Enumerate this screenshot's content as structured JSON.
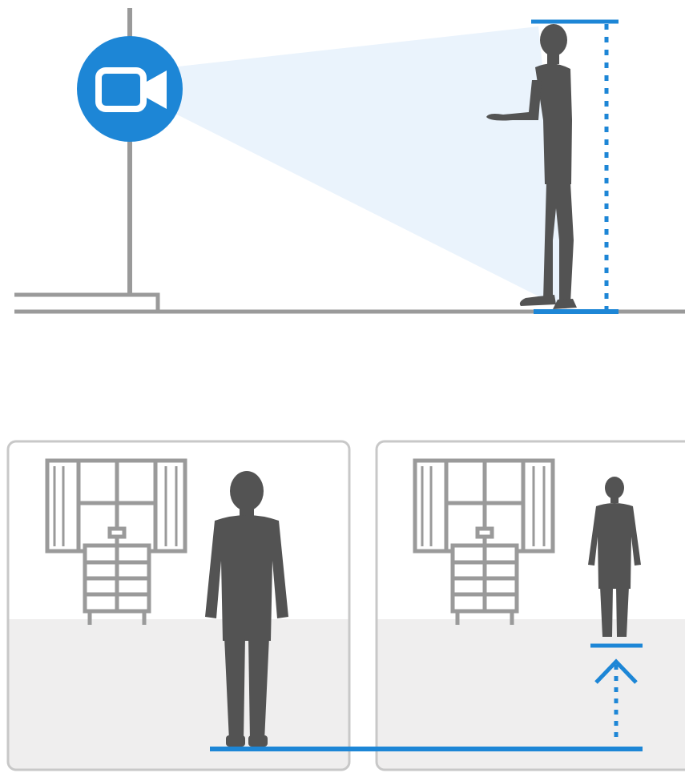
{
  "colors": {
    "accent": "#1d86d6",
    "field_of_view": "#eaf3fc",
    "silhouette": "#535353",
    "structure": "#9a9a9a",
    "panel_border": "#c8c8c8",
    "floor_fill": "#efeeee"
  },
  "icons": {
    "camera": "video-camera-icon"
  },
  "panels": [
    {
      "name": "scene-near",
      "person_scale": "large"
    },
    {
      "name": "scene-far",
      "person_scale": "small"
    }
  ]
}
